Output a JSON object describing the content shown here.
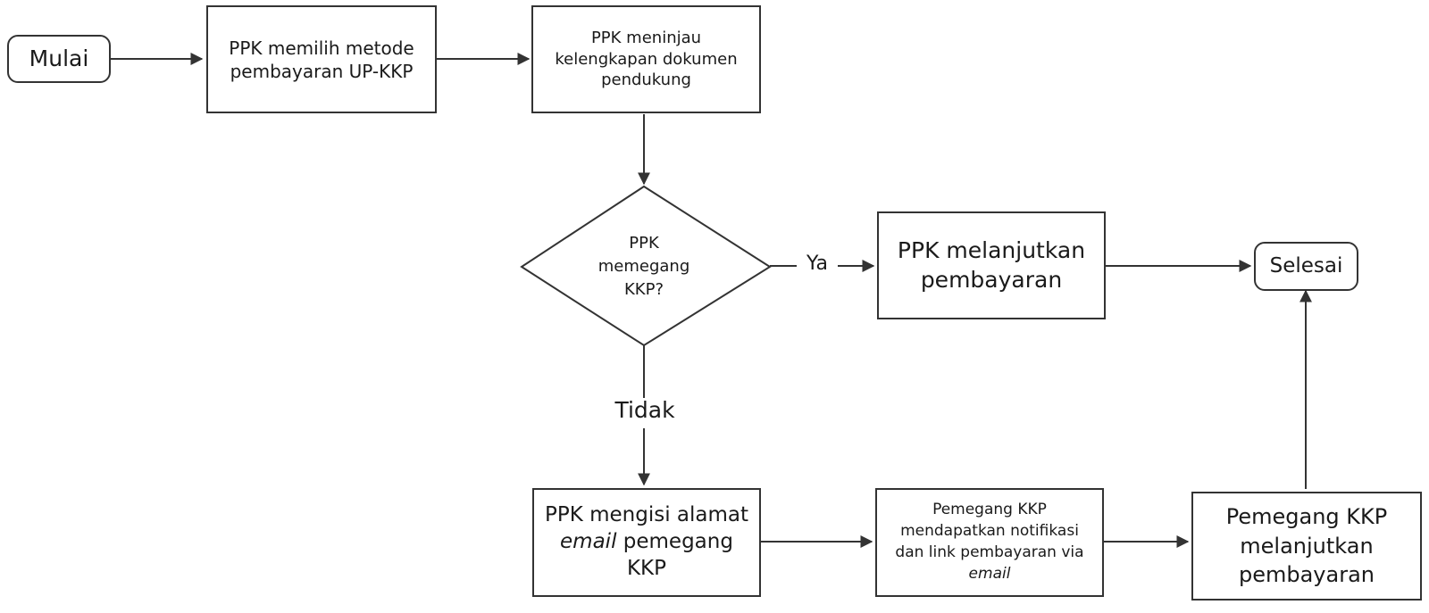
{
  "colors": {
    "stroke": "#333333",
    "text": "#1a1a1a",
    "background": "#ffffff"
  },
  "nodes": {
    "start": {
      "text": "Mulai"
    },
    "choose_method": {
      "line1": "PPK memilih metode",
      "line2": "pembayaran UP-KKP"
    },
    "review_docs": {
      "line1": "PPK meninjau",
      "line2": "kelengkapan dokumen",
      "line3": "pendukung"
    },
    "decision": {
      "line1": "PPK",
      "line2": "memegang",
      "line3": "KKP?"
    },
    "continue_ppk": {
      "line1": "PPK melanjutkan",
      "line2": "pembayaran"
    },
    "end": {
      "text": "Selesai"
    },
    "fill_email": {
      "line1": "PPK mengisi alamat",
      "line2_italic": "email",
      "line2_rest": " pemegang",
      "line3": "KKP"
    },
    "notify": {
      "line1": "Pemegang KKP",
      "line2": "mendapatkan notifikasi",
      "line3": "dan link pembayaran via",
      "line4_italic": "email"
    },
    "holder_continue": {
      "line1": "Pemegang KKP",
      "line2": "melanjutkan",
      "line3": "pembayaran"
    }
  },
  "edge_labels": {
    "yes": "Ya",
    "no": "Tidak"
  }
}
